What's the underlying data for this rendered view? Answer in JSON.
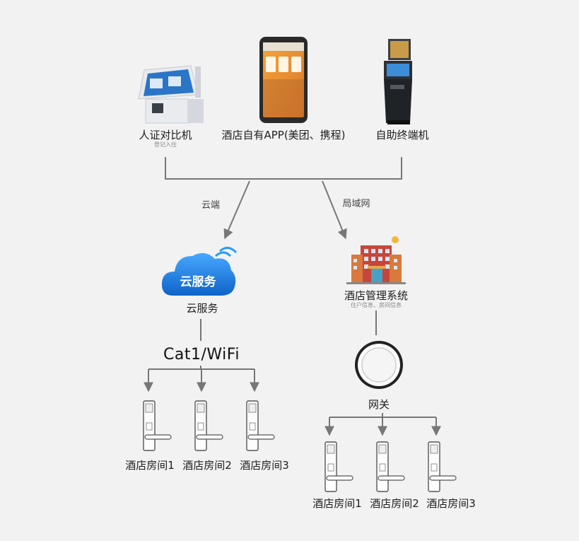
{
  "devices": {
    "id_verifier": {
      "label": "人证对比机",
      "sub": "登记入住"
    },
    "hotel_app": {
      "label": "酒店自有APP(美团、携程)"
    },
    "kiosk": {
      "label": "自助终端机"
    }
  },
  "links": {
    "cloud_link": "云端",
    "lan_link": "局域网"
  },
  "cloud": {
    "badge": "云服务",
    "label": "云服务"
  },
  "pms": {
    "label": "酒店管理系统",
    "sub": "住户信息、房间信息"
  },
  "network": {
    "label": "Cat1/WiFi"
  },
  "gateway": {
    "label": "网关"
  },
  "rooms_left": [
    "酒店房间1",
    "酒店房间2",
    "酒店房间3"
  ],
  "rooms_right": [
    "酒店房间1",
    "酒店房间2",
    "酒店房间3"
  ],
  "colors": {
    "line": "#777777",
    "cloud": "#1a78d6",
    "building": "#c8453b"
  }
}
